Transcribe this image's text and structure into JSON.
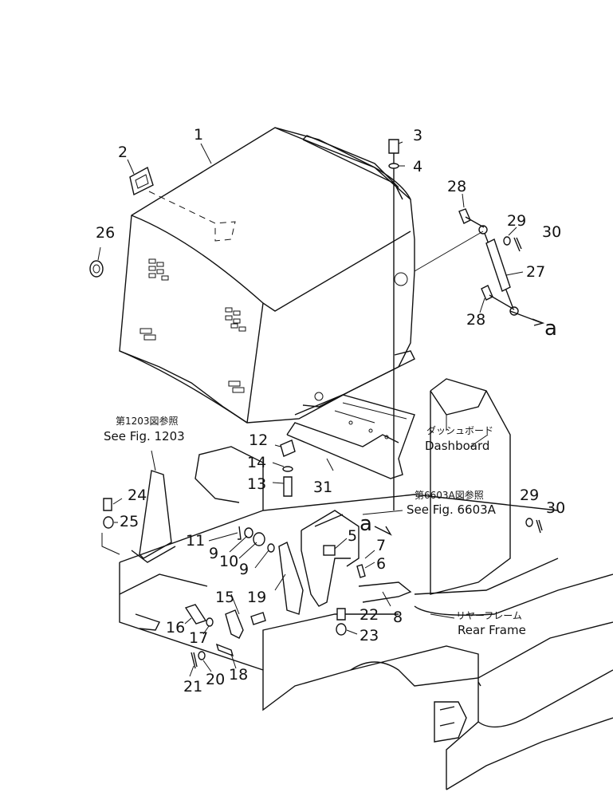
{
  "callouts": {
    "c1": "1",
    "c2": "2",
    "c3": "3",
    "c4": "4",
    "c5": "5",
    "c6": "6",
    "c7": "7",
    "c8": "8",
    "c9a": "9",
    "c9b": "9",
    "c10": "10",
    "c11": "11",
    "c12": "12",
    "c13": "13",
    "c14": "14",
    "c15": "15",
    "c16": "16",
    "c17": "17",
    "c18": "18",
    "c19": "19",
    "c20": "20",
    "c21": "21",
    "c22": "22",
    "c23": "23",
    "c24": "24",
    "c25": "25",
    "c26": "26",
    "c27": "27",
    "c28a": "28",
    "c28b": "28",
    "c29a": "29",
    "c29b": "29",
    "c30a": "30",
    "c30b": "30",
    "c31": "31"
  },
  "refs": {
    "fig1203_jp": "第1203図参照",
    "fig1203_en": "See Fig. 1203",
    "fig6603_jp": "第6603A図参照",
    "fig6603_en": "See Fig. 6603A",
    "dashboard_jp": "ダッシュボード",
    "dashboard_en": "Dashboard",
    "rearframe_jp": "リヤーフレーム",
    "rearframe_en": "Rear Frame",
    "marker_a1": "a",
    "marker_a2": "a"
  }
}
